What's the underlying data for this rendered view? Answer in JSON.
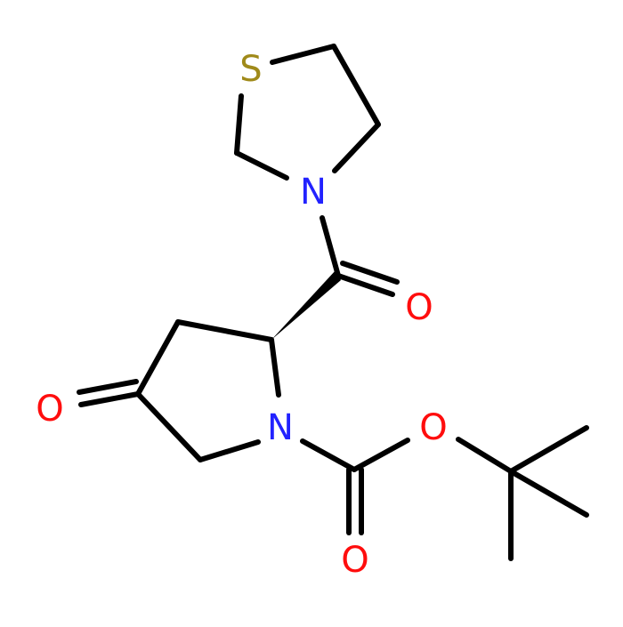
{
  "colors": {
    "bond": "#000000",
    "nitrogen": "#2222ff",
    "oxygen": "#ff0d0d",
    "sulfur": "#a08a1a",
    "background": "#ffffff"
  },
  "atoms": {
    "sulfur": "S",
    "n_thiazolidine": "N",
    "o_amide": "O",
    "o_ketone": "O",
    "n_pyrrolidine": "N",
    "o_ester": "O",
    "o_carbamate": "O"
  }
}
